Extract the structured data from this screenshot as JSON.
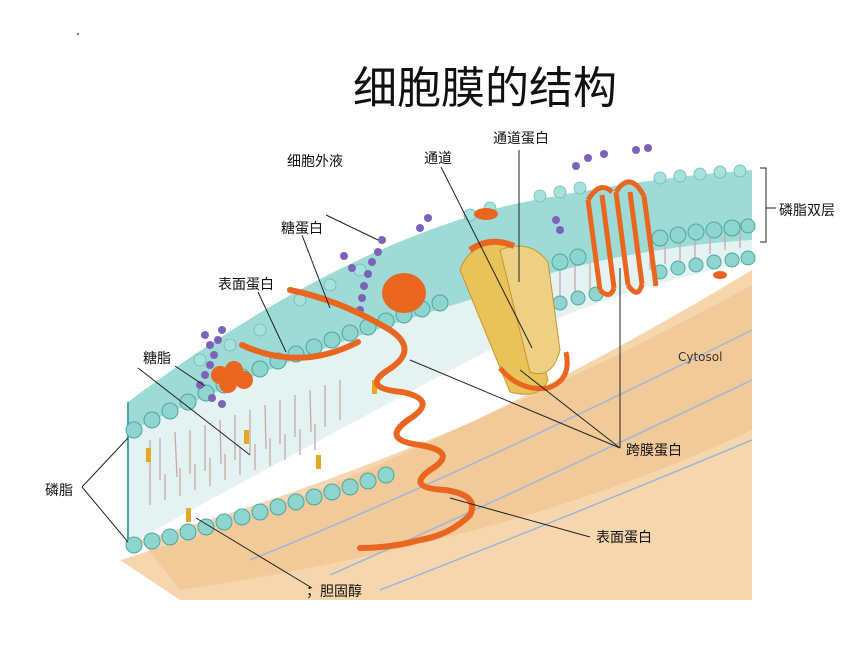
{
  "title": "细胞膜的结构",
  "labels": {
    "extracellular": "细胞外液",
    "channel": "通道",
    "channel_protein": "通道蛋白",
    "bilayer": "磷脂双层",
    "glycoprotein": "糖蛋白",
    "peripheral_protein_top": "表面蛋白",
    "glycolipid": "糖脂",
    "cytosol": "Cytosol",
    "transmembrane_protein": "跨膜蛋白",
    "phospholipid": "磷脂",
    "peripheral_protein_bottom": "表面蛋白",
    "cholesterol": "；胆固醇"
  },
  "colors": {
    "head": "#8ed4cf",
    "head_stroke": "#4fa6a0",
    "tail_fill": "#d7ecea",
    "protein": "#e8661f",
    "channel": "#e9c25a",
    "sugar": "#7d63b8",
    "cytoplasm": "#f1c590",
    "filament": "#9fb6da"
  }
}
